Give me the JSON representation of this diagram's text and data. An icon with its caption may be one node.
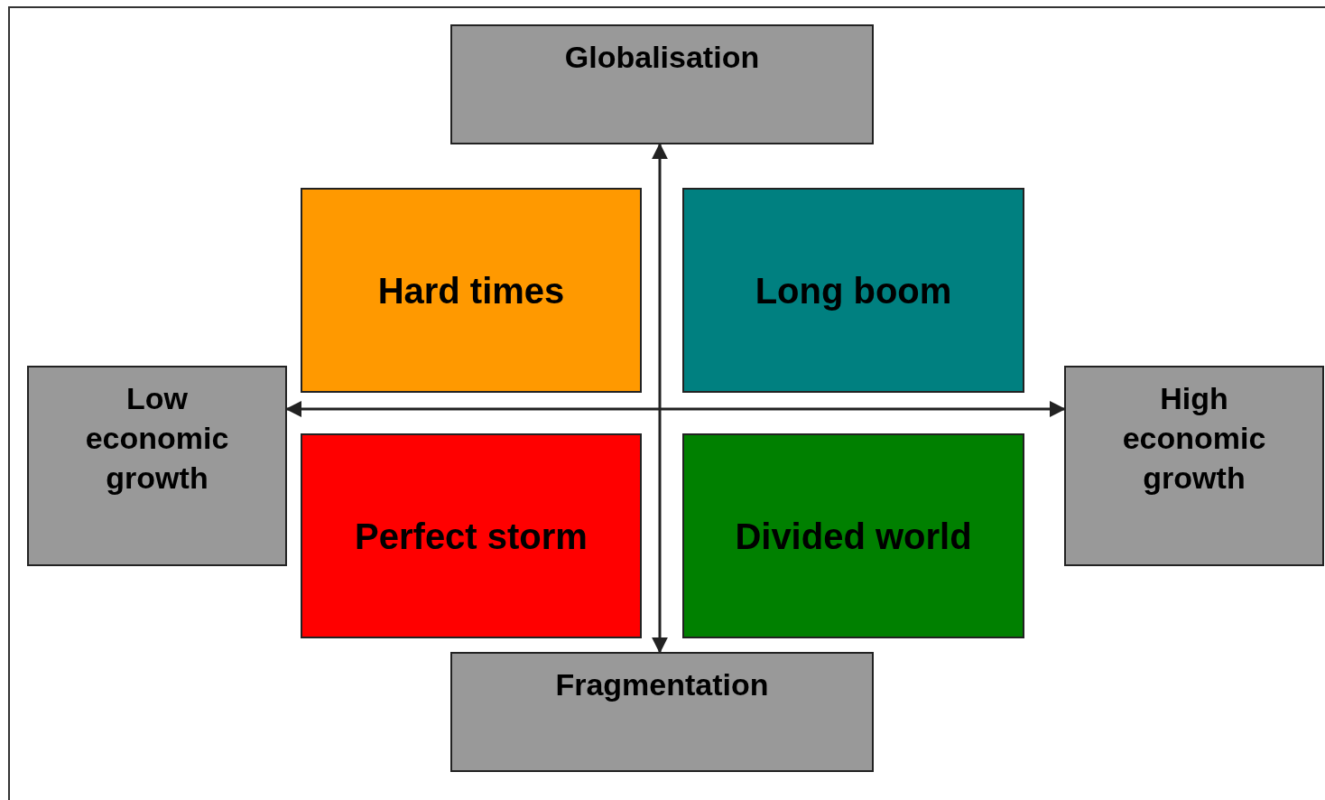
{
  "diagram": {
    "nodes": [
      {
        "text": [
          "Globalisation"
        ]
      },
      {
        "text": [
          "Low economic growth"
        ]
      },
      {
        "text": [
          "Hard times"
        ]
      },
      {
        "text": [
          "Long boom"
        ]
      },
      {
        "text": [
          "High economic growth"
        ]
      },
      {
        "text": [
          "Perfect storm"
        ]
      },
      {
        "text": [
          "Divided world"
        ]
      },
      {
        "text": [
          "Fragmentation"
        ]
      }
    ],
    "edges": [
      {
        "from": 1,
        "to": 4,
        "arrow": "both"
      },
      {
        "from": 0,
        "to": 7,
        "arrow": "both"
      }
    ]
  }
}
